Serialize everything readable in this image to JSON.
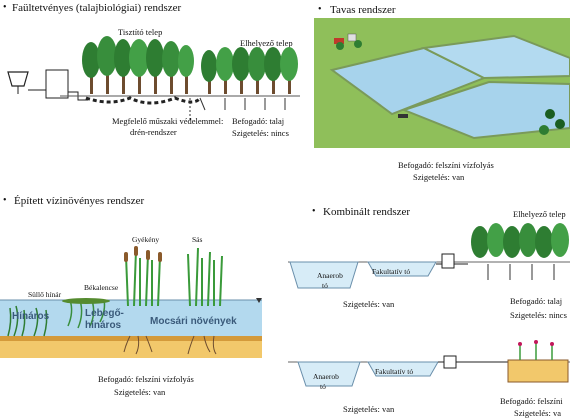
{
  "panels": {
    "tl": {
      "title": "Faültetvényes (talajbiológiai) rendszer",
      "label_tisztito": "Tisztító telep",
      "label_elhelyezo": "Elhelyező telep",
      "label_megfelelo": "Megfelelő műszaki védelemmel:",
      "label_dren": "drén-rendszer",
      "label_befogado": "Befogadó: talaj",
      "label_szigeteles": "Szigetelés: nincs"
    },
    "tr": {
      "title": "Tavas rendszer",
      "label_befogado": "Befogadó: felszíni vízfolyás",
      "label_szigeteles": "Szigetelés: van"
    },
    "bl": {
      "title": "Épített vízinövényes rendszer",
      "label_gyekeny": "Gyékény",
      "label_sas": "Sás",
      "label_sullo": "Süllő hínár",
      "label_bekalencse": "Békalencse",
      "label_hinaros": "Hínáros",
      "label_lebego": "Lebegő-",
      "label_lebego2": "hínáros",
      "label_mocsari": "Mocsári növények",
      "label_befogado": "Befogadó: felszíni vízfolyás",
      "label_szigeteles": "Szigetelés: van"
    },
    "br": {
      "title": "Kombinált rendszer",
      "label_elhelyezo": "Elhelyező telep",
      "label_anaerob": "Anaerob",
      "label_to": "tó",
      "label_fakultativ": "Fakultatív tó",
      "label_befogado1": "Befogadó: talaj",
      "label_szigeteles1": "Szigetelés: nincs",
      "label_szigeteles_van1": "Szigetelés: van",
      "label_anaerob2": "Anaerob",
      "label_to2": "tó",
      "label_fakultativ2": "Fakultatív tó",
      "label_befogado2": "Befogadó: felszíni",
      "label_szigeteles2": "Szigetelés: van",
      "label_szigeteles3": "Szigetelés: va"
    }
  },
  "colors": {
    "tree_dark": "#2e7d32",
    "tree_light": "#66bb6a",
    "water": "#b3d9ee",
    "grass": "#8fbf5a",
    "soil": "#f2c86b",
    "reed": "#3a9a3a",
    "cattail": "#8a5a2b"
  }
}
